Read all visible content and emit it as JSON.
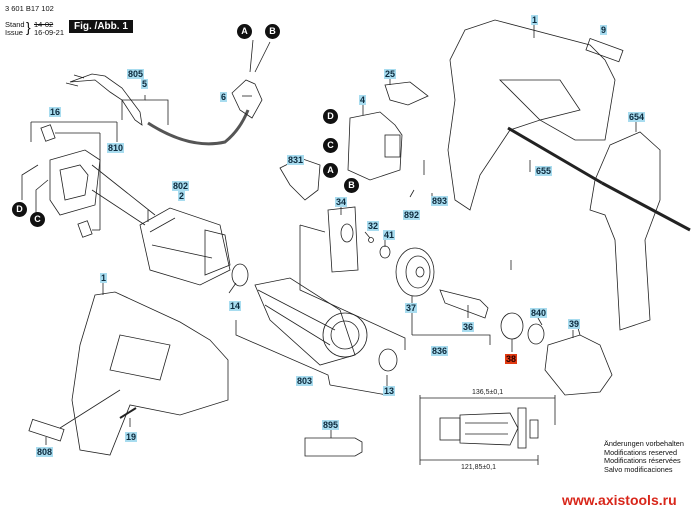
{
  "header": {
    "doc_number": "3 601 B17 102",
    "stand_label": "Stand",
    "issue_label": "Issue",
    "stand_value": "14-02",
    "issue_value": "16-09-21",
    "figure_label": "Fig. /Abb. 1"
  },
  "part_labels": {
    "p1_top": "1",
    "p9": "9",
    "p654": "654",
    "p655": "655",
    "p805": "805",
    "p5": "5",
    "p6": "6",
    "p16": "16",
    "p810": "810",
    "p25": "25",
    "p4": "4",
    "p831": "831",
    "p892": "892",
    "p893": "893",
    "p802": "802",
    "p2": "2",
    "p34": "34",
    "p32": "32",
    "p41": "41",
    "p37": "37",
    "p36": "36",
    "p836": "836",
    "p38": "38",
    "p840": "840",
    "p39": "39",
    "p14": "14",
    "p803": "803",
    "p13": "13",
    "p1_bottom": "1",
    "p19": "19",
    "p808": "808",
    "p895": "895"
  },
  "highlighted_part": "38",
  "connectors": {
    "a_cable": "A",
    "b_cable": "B",
    "d_switch": "D",
    "c_switch": "C",
    "a_switch": "A",
    "b_switch": "B",
    "d_brush": "D",
    "c_brush": "C"
  },
  "dimensions": {
    "overall_length": "136,5±0,1",
    "body_length": "121,85±0,1"
  },
  "notes": [
    "Änderungen vorbehalten",
    "Modifications reserved",
    "Modifications réservées",
    "Salvo modificaciones"
  ],
  "website": "www.axistools.ru",
  "colors": {
    "label_bg": "#a8dcef",
    "highlight_bg": "#e23a12",
    "website": "#d8261a"
  }
}
